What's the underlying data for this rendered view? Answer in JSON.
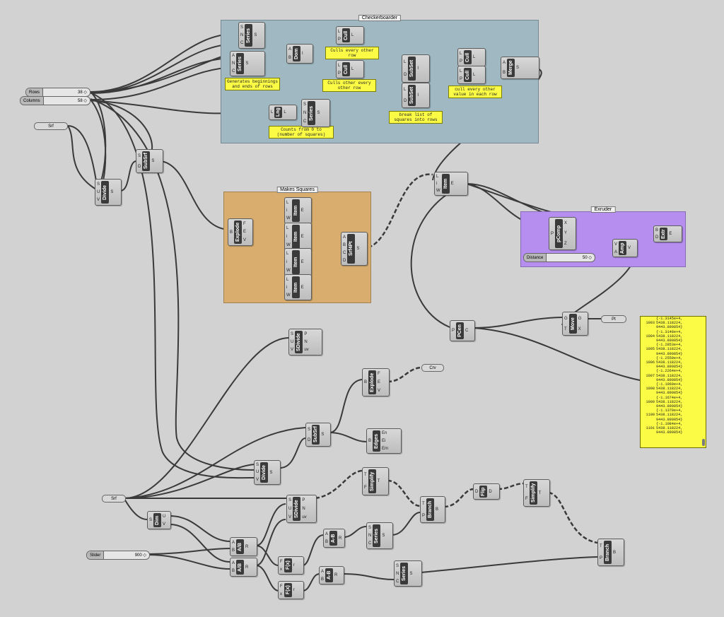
{
  "groups": {
    "checkerboard": "Checkerboarder",
    "squares": "Makes Squares",
    "extruder": "Exruder"
  },
  "colors": {
    "checkerboard": "#9fb8c2",
    "squares": "#d9ad6e",
    "extruder": "#b58ef0"
  },
  "notes": {
    "n1": "Generates beginnings and ends of rows",
    "n2": "Culls every other row",
    "n3": "Culls other every other row",
    "n4": "cull every other value in each row",
    "n5": "break list of squares into rows",
    "n6": "Counts from 0 to (number of squares)"
  },
  "sliders": {
    "rows": {
      "label": "Rows",
      "value": "38 ◇"
    },
    "columns": {
      "label": "Columns",
      "value": "58 ◇"
    },
    "distance": {
      "label": "Distance",
      "value": "50 ◇"
    },
    "slider": {
      "label": "Slider",
      "value": "900 ◇"
    }
  },
  "params": {
    "srf1": "Srf",
    "srf2": "Srf",
    "pt": "Pt",
    "crv": "Crv"
  },
  "components": {
    "series1": {
      "title": "Series",
      "inputs": [
        "S",
        "N",
        "C"
      ],
      "outputs": [
        "S"
      ]
    },
    "series2": {
      "title": "Series",
      "inputs": [
        "A",
        "N",
        "C"
      ],
      "outputs": [
        "S"
      ]
    },
    "dom": {
      "title": "Dom",
      "inputs": [
        "A",
        "B"
      ],
      "outputs": [
        "I"
      ]
    },
    "cull1": {
      "title": "Cull",
      "inputs": [
        "L",
        "P"
      ],
      "outputs": [
        "L"
      ]
    },
    "cull2": {
      "title": "Cull",
      "inputs": [
        "L",
        "P"
      ],
      "outputs": [
        "L"
      ]
    },
    "subset1": {
      "title": "SubSet",
      "inputs": [
        "L",
        "D"
      ],
      "outputs": [
        "I"
      ]
    },
    "subset2": {
      "title": "SubSet",
      "inputs": [
        "L",
        "D"
      ],
      "outputs": [
        "I"
      ]
    },
    "cull3": {
      "title": "Cull",
      "inputs": [
        "L",
        "P"
      ],
      "outputs": [
        "L"
      ]
    },
    "cull4": {
      "title": "Cull",
      "inputs": [
        "L",
        "P"
      ],
      "outputs": [
        "L"
      ]
    },
    "merge": {
      "title": "Merge",
      "inputs": [
        "A",
        "B"
      ],
      "outputs": [
        "S"
      ]
    },
    "lng": {
      "title": "Lng",
      "inputs": [
        "L"
      ],
      "outputs": [
        "L"
      ]
    },
    "series3": {
      "title": "Series",
      "inputs": [
        "S",
        "N",
        "C"
      ],
      "outputs": [
        "S"
      ]
    },
    "subsrf1": {
      "title": "SubSrf",
      "inputs": [
        "S",
        "D"
      ],
      "outputs": [
        "S"
      ]
    },
    "divide1": {
      "title": "Divide",
      "inputs": [
        "S",
        "U",
        "V"
      ],
      "outputs": [
        "S"
      ]
    },
    "explode1": {
      "title": "Explode",
      "inputs": [
        "B"
      ],
      "outputs": [
        "F",
        "E",
        "V"
      ]
    },
    "item1": {
      "title": "Item",
      "inputs": [
        "L",
        "i",
        "W"
      ],
      "outputs": [
        "E"
      ]
    },
    "item2": {
      "title": "Item",
      "inputs": [
        "L",
        "i",
        "W"
      ],
      "outputs": [
        "E"
      ]
    },
    "item3": {
      "title": "Item",
      "inputs": [
        "L",
        "i",
        "W"
      ],
      "outputs": [
        "E"
      ]
    },
    "item4": {
      "title": "Item",
      "inputs": [
        "L",
        "i",
        "W"
      ],
      "outputs": [
        "E"
      ]
    },
    "srf4pt": {
      "title": "Srf4Pt",
      "inputs": [
        "A",
        "B",
        "C",
        "D"
      ],
      "outputs": [
        "S"
      ]
    },
    "item5": {
      "title": "Item",
      "inputs": [
        "L",
        "i",
        "W"
      ],
      "outputs": [
        "E"
      ]
    },
    "pcomp": {
      "title": "pComp",
      "inputs": [
        "P"
      ],
      "outputs": [
        "X",
        "Y",
        "Z"
      ]
    },
    "amp": {
      "title": "Amp",
      "inputs": [
        "V",
        "A"
      ],
      "outputs": [
        "V"
      ]
    },
    "extr": {
      "title": "Extr",
      "inputs": [
        "B",
        "D"
      ],
      "outputs": [
        "E"
      ]
    },
    "pcen": {
      "title": "PCen",
      "inputs": [
        "P"
      ],
      "outputs": [
        "C"
      ]
    },
    "move": {
      "title": "Move",
      "inputs": [
        "G",
        "T"
      ],
      "outputs": [
        "G",
        "X"
      ]
    },
    "sdivide1": {
      "title": "SDivide",
      "inputs": [
        "S",
        "U",
        "V"
      ],
      "outputs": [
        "P",
        "N",
        "uv"
      ]
    },
    "explode2": {
      "title": "Explode",
      "inputs": [
        "B"
      ],
      "outputs": [
        "F",
        "E",
        "V"
      ]
    },
    "subsrf2": {
      "title": "SubSrf",
      "inputs": [
        "S",
        "D"
      ],
      "outputs": [
        "S"
      ]
    },
    "edges": {
      "title": "Edges",
      "inputs": [
        "B"
      ],
      "outputs": [
        "En",
        "Ei",
        "Em"
      ]
    },
    "divide2": {
      "title": "Divide",
      "inputs": [
        "S",
        "U",
        "V"
      ],
      "outputs": [
        "S"
      ]
    },
    "simplify1": {
      "title": "Simplify",
      "inputs": [
        "T",
        "F"
      ],
      "outputs": [
        "T"
      ]
    },
    "branch1": {
      "title": "Branch",
      "inputs": [
        "T",
        "P"
      ],
      "outputs": [
        "B"
      ]
    },
    "flip": {
      "title": "Flip",
      "inputs": [
        "D"
      ],
      "outputs": [
        "D"
      ]
    },
    "simplify2": {
      "title": "Simplify",
      "inputs": [
        "T",
        "F"
      ],
      "outputs": [
        "T"
      ]
    },
    "dim": {
      "title": "Dim",
      "inputs": [
        "S"
      ],
      "outputs": [
        "U",
        "V"
      ]
    },
    "sdivide2": {
      "title": "SDivide",
      "inputs": [
        "S",
        "U",
        "V"
      ],
      "outputs": [
        "P",
        "N",
        "uv"
      ]
    },
    "ab1": {
      "title": "A/B",
      "inputs": [
        "A",
        "B"
      ],
      "outputs": [
        "R"
      ]
    },
    "ab2": {
      "title": "A/B",
      "inputs": [
        "A",
        "B"
      ],
      "outputs": [
        "R"
      ]
    },
    "fx1": {
      "title": "F(x)",
      "inputs": [
        "F",
        "x"
      ],
      "outputs": [
        "r"
      ]
    },
    "fx2": {
      "title": "F(x)",
      "inputs": [
        "F",
        "x"
      ],
      "outputs": [
        "r"
      ]
    },
    "amb1": {
      "title": "A-B",
      "inputs": [
        "A",
        "B"
      ],
      "outputs": [
        "R"
      ]
    },
    "amb2": {
      "title": "A-B",
      "inputs": [
        "A",
        "B"
      ],
      "outputs": [
        "R"
      ]
    },
    "series4": {
      "title": "Series",
      "inputs": [
        "S",
        "N",
        "C"
      ],
      "outputs": [
        "S"
      ]
    },
    "series5": {
      "title": "Series",
      "inputs": [
        "S",
        "N",
        "C"
      ],
      "outputs": [
        "S"
      ]
    },
    "branch2": {
      "title": "Branch",
      "inputs": [
        "T",
        "P"
      ],
      "outputs": [
        "B"
      ]
    }
  },
  "panel": {
    "lines": [
      {
        "idx": "",
        "text": "{-1.3145e+4,"
      },
      {
        "idx": "1093",
        "text": "5438.118224,"
      },
      {
        "idx": "",
        "text": "9443.890854}"
      },
      {
        "idx": "",
        "text": "{-1.3148e+4,"
      },
      {
        "idx": "1094",
        "text": "5438.118224,"
      },
      {
        "idx": "",
        "text": "9443.890854}"
      },
      {
        "idx": "",
        "text": "{-1.2853e+4,"
      },
      {
        "idx": "1095",
        "text": "5438.118224,"
      },
      {
        "idx": "",
        "text": "9443.890854}"
      },
      {
        "idx": "",
        "text": "{-1.2559e+4,"
      },
      {
        "idx": "1096",
        "text": "5438.118224,"
      },
      {
        "idx": "",
        "text": "9443.890854}"
      },
      {
        "idx": "",
        "text": "{-1.2264e+4,"
      },
      {
        "idx": "1097",
        "text": "5438.118224,"
      },
      {
        "idx": "",
        "text": "9443.890854}"
      },
      {
        "idx": "",
        "text": "{-1.1969e+4,"
      },
      {
        "idx": "1098",
        "text": "5438.118224,"
      },
      {
        "idx": "",
        "text": "9443.890854}"
      },
      {
        "idx": "",
        "text": "{-1.1674e+4,"
      },
      {
        "idx": "1099",
        "text": "5438.118224,"
      },
      {
        "idx": "",
        "text": "9443.890854}"
      },
      {
        "idx": "",
        "text": "{-1.1379e+4,"
      },
      {
        "idx": "1100",
        "text": "5438.118224,"
      },
      {
        "idx": "",
        "text": "9443.890854}"
      },
      {
        "idx": "",
        "text": "{-1.1084e+4,"
      },
      {
        "idx": "1101",
        "text": "5438.118224,"
      },
      {
        "idx": "",
        "text": "9443.890854}"
      }
    ]
  }
}
